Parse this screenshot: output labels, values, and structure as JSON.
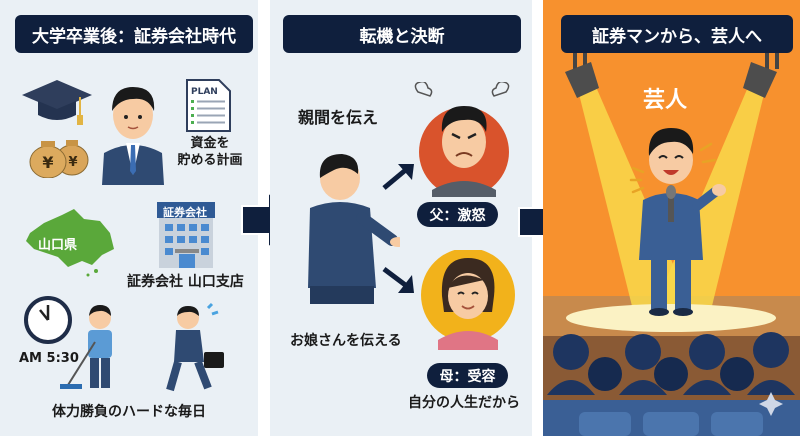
{
  "panel1": {
    "title": "大学卒業後：証券会社時代",
    "plan_doc_label": "PLAN",
    "savings_caption_line1": "資金を",
    "savings_caption_line2": "貯める計画",
    "map_label": "山口県",
    "building_sign": "証券会社",
    "branch_caption": "証券会社 山口支店",
    "clock_time": "AM 5:30",
    "daily_caption": "体力勝負のハードな毎日",
    "money_symbol": "¥"
  },
  "panel2": {
    "title": "転機と決断",
    "tell_father_caption": "親間を伝え",
    "tell_mother_caption": "お娘さんを伝える",
    "father_badge": "父：激怒",
    "mother_badge": "母：受容",
    "mother_quote": "自分の人生だから"
  },
  "panel3": {
    "title": "証券マンから、芸人へ",
    "stage_label": "芸人"
  },
  "colors": {
    "navy": "#0f1f3d",
    "panel_bg": "#eaf0f5",
    "stage_orange": "#f7912e",
    "spotlight": "#f9d84a",
    "father_circle": "#d9532c",
    "mother_circle": "#f2b21b",
    "map_green": "#5aa83a",
    "suit_blue": "#2f4a72"
  }
}
